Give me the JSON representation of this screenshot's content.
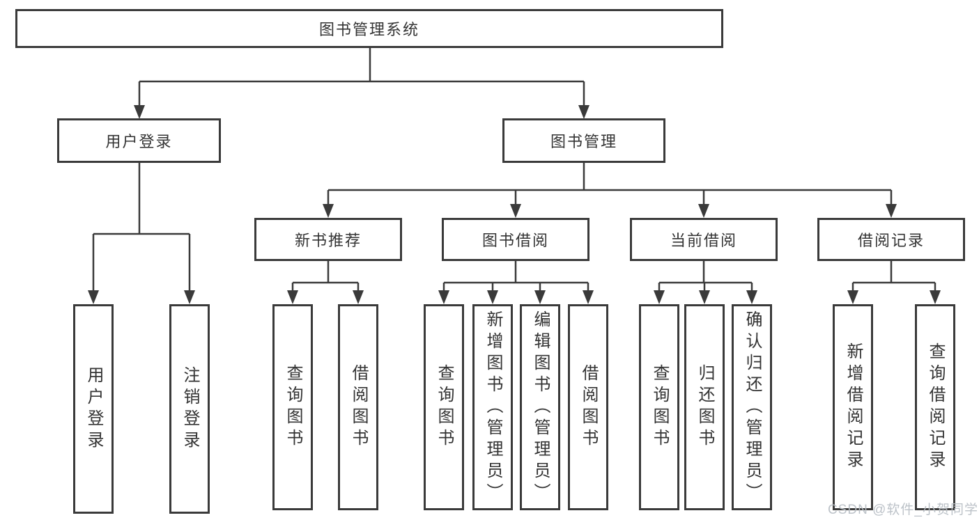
{
  "tree": {
    "root": {
      "label": "图书管理系统",
      "children": [
        {
          "label": "用户登录",
          "children": [
            {
              "label": "用户登录"
            },
            {
              "label": "注销登录"
            }
          ]
        },
        {
          "label": "图书管理",
          "children": [
            {
              "label": "新书推荐",
              "children": [
                {
                  "label": "查询图书"
                },
                {
                  "label": "借阅图书"
                }
              ]
            },
            {
              "label": "图书借阅",
              "children": [
                {
                  "label": "查询图书"
                },
                {
                  "label": "新增图书（管理员）"
                },
                {
                  "label": "编辑图书（管理员）"
                },
                {
                  "label": "借阅图书"
                }
              ]
            },
            {
              "label": "当前借阅",
              "children": [
                {
                  "label": "查询图书"
                },
                {
                  "label": "归还图书"
                },
                {
                  "label": "确认归还（管理员）"
                }
              ]
            },
            {
              "label": "借阅记录",
              "children": [
                {
                  "label": "新增借阅记录"
                },
                {
                  "label": "查询借阅记录"
                }
              ]
            }
          ]
        }
      ]
    }
  },
  "watermark": {
    "text": "CSDN @软件_小贺同学",
    "color": "#b9bfc6"
  },
  "colors": {
    "background": "#ffffff",
    "line": "#3a3a3a",
    "box_border": "#3a3a3a",
    "box_fill": "#ffffff",
    "text": "#333333"
  }
}
